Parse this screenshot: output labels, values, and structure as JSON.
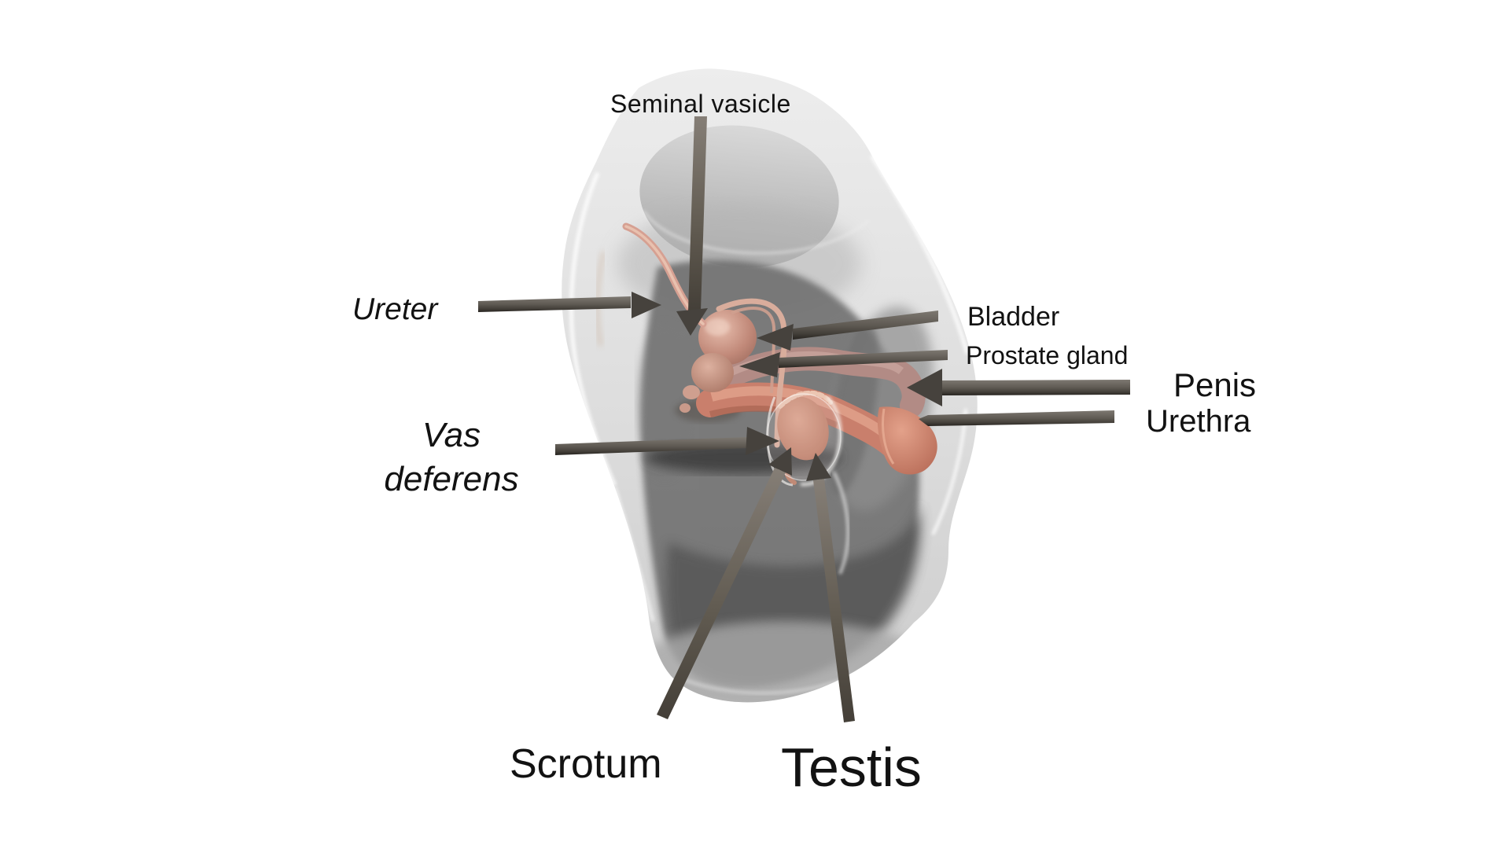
{
  "labels": {
    "seminal_vesicle": "Seminal vasicle",
    "ureter": "Ureter",
    "vas_deferens_line1": "Vas",
    "vas_deferens_line2": "deferens",
    "bladder": "Bladder",
    "prostate_gland": "Prostate gland",
    "penis": "Penis",
    "urethra": "Urethra",
    "scrotum": "Scrotum",
    "testis": "Testis"
  },
  "colors": {
    "background": "#ffffff",
    "label_text": "#121212",
    "arrow_head": "#46423d",
    "arrow_shaft_light": "#7d7871",
    "arrow_shaft_dark": "#26231f",
    "body_light": "#e8e8e8",
    "body_shadow": "#6f6f6f",
    "organ_salmon": "#c97f6c",
    "organ_mauve": "#b28b85",
    "organ_light": "#dcae9f"
  },
  "connections": [
    {
      "label": "Seminal vasicle",
      "target": "seminal-vesicle"
    },
    {
      "label": "Ureter",
      "target": "ureter-tube"
    },
    {
      "label": "Vas deferens",
      "target": "vas-deferens-duct"
    },
    {
      "label": "Bladder",
      "target": "bladder"
    },
    {
      "label": "Prostate gland",
      "target": "prostate-gland"
    },
    {
      "label": "Penis",
      "target": "penis"
    },
    {
      "label": "Urethra",
      "target": "urethra"
    },
    {
      "label": "Scrotum",
      "target": "scrotum"
    },
    {
      "label": "Testis",
      "target": "testis"
    }
  ]
}
